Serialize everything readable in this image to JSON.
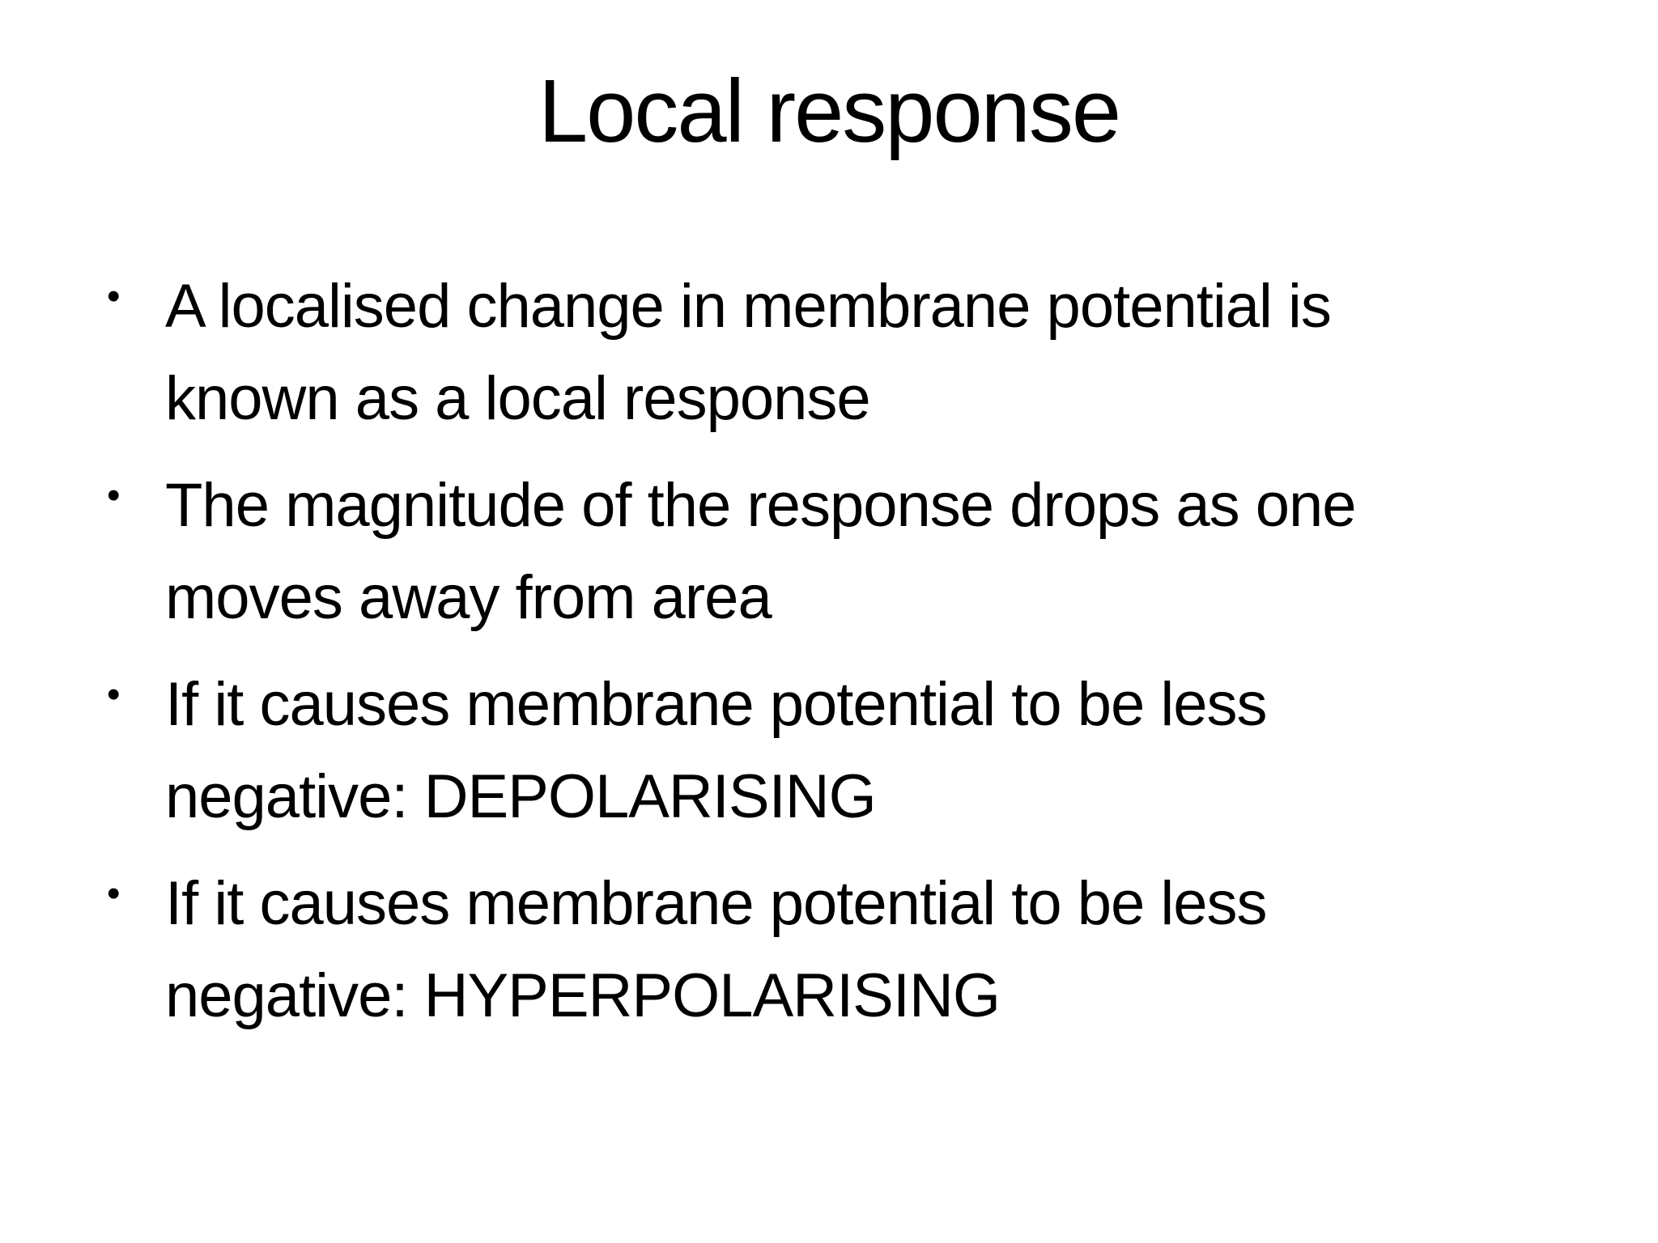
{
  "slide": {
    "title": "Local response",
    "bullet_glyph": "•",
    "bullets": [
      "A localised change in membrane potential is known as a local response",
      "The magnitude of the response drops as one moves away from area",
      "If it causes membrane potential to be less negative: DEPOLARISING",
      "If it causes membrane potential to be less negative: HYPERPOLARISING"
    ],
    "colors": {
      "background": "#ffffff",
      "text": "#000000"
    }
  }
}
